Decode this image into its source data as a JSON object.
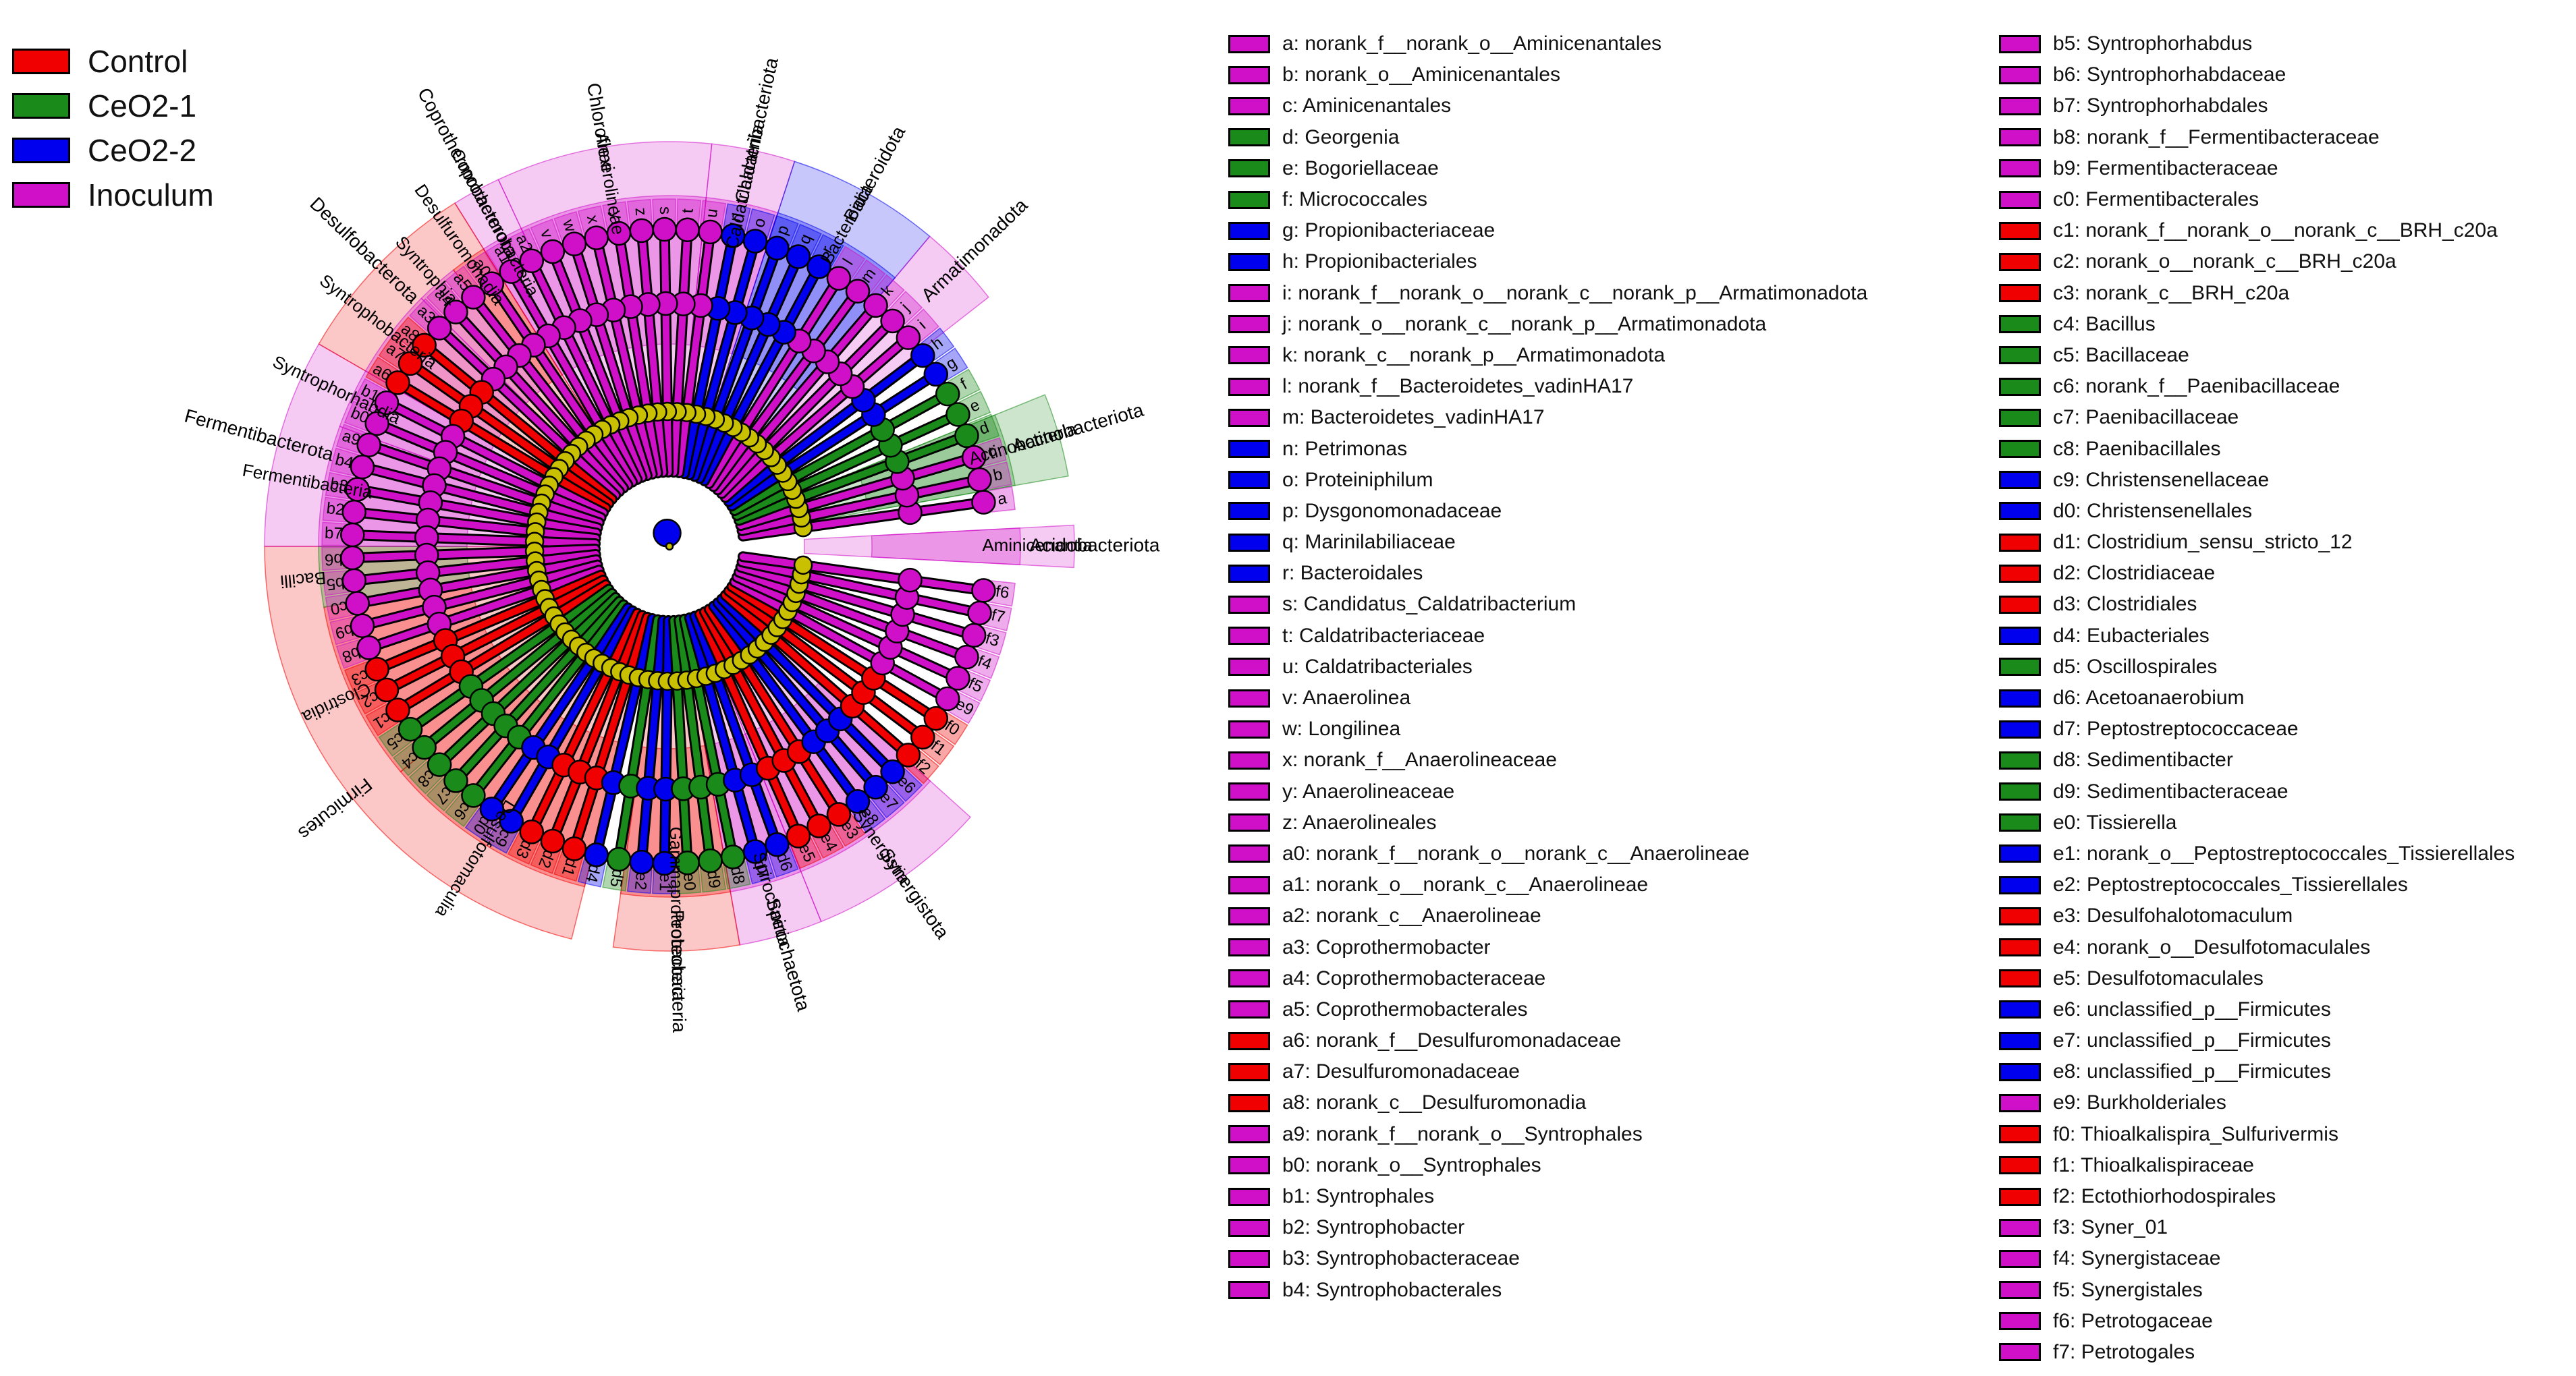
{
  "colors": {
    "Control": "#f00000",
    "CeO2-1": "#1a8a1a",
    "CeO2-2": "#0000ee",
    "Inoculum": "#d010c8",
    "nonsig": "#c8c000"
  },
  "groups": [
    {
      "name": "Control",
      "color": "#f00000"
    },
    {
      "name": "CeO2-1",
      "color": "#1a8a1a"
    },
    {
      "name": "CeO2-2",
      "color": "#0000ee"
    },
    {
      "name": "Inoculum",
      "color": "#d010c8"
    }
  ],
  "phyla": [
    {
      "name": "Coprothermobacterota",
      "group": "Inoculum"
    },
    {
      "name": "Chloroflexi",
      "group": "Inoculum"
    },
    {
      "name": "Caldatribacteriota",
      "group": "Inoculum"
    },
    {
      "name": "Bacteroidota",
      "group": "CeO2-2"
    },
    {
      "name": "Armatimonadota",
      "group": "Inoculum"
    },
    {
      "name": "Actinobacteriota",
      "group": "CeO2-1"
    },
    {
      "name": "Acidobacteriota",
      "group": "Inoculum"
    },
    {
      "name": "Synergistota",
      "group": "Inoculum"
    },
    {
      "name": "Spirochaetota",
      "group": "Inoculum"
    },
    {
      "name": "Proteobacteria",
      "group": "Control"
    },
    {
      "name": "Firmicutes",
      "group": "Control"
    },
    {
      "name": "Fermentibacterota",
      "group": "Inoculum"
    },
    {
      "name": "Desulfobacterota",
      "group": "Control"
    }
  ],
  "classes": [
    {
      "name": "Coprothermobacteria",
      "group": "Inoculum"
    },
    {
      "name": "Anaerolineae",
      "group": "Inoculum"
    },
    {
      "name": "Caldatribacteriia",
      "group": "Inoculum"
    },
    {
      "name": "Bacteroidia",
      "group": "CeO2-2"
    },
    {
      "name": "Actinobacteria",
      "group": "CeO2-1"
    },
    {
      "name": "Aminicenantia",
      "group": "Inoculum"
    },
    {
      "name": "Synergistia",
      "group": "Inoculum"
    },
    {
      "name": "Spirochaetia",
      "group": "Inoculum"
    },
    {
      "name": "Gammaproteobacteria",
      "group": "Control"
    },
    {
      "name": "Desulfotomaculia",
      "group": "Control"
    },
    {
      "name": "Clostridia",
      "group": "Control"
    },
    {
      "name": "Bacilli",
      "group": "CeO2-1"
    },
    {
      "name": "Fermentibacteria",
      "group": "Inoculum"
    },
    {
      "name": "Syntrophorhabdia",
      "group": "Inoculum"
    },
    {
      "name": "Syntrophobacteria",
      "group": "Inoculum"
    },
    {
      "name": "Syntrophia",
      "group": "Inoculum"
    },
    {
      "name": "Desulfuromonadia",
      "group": "Control"
    }
  ],
  "legend_col1": [
    {
      "code": "a",
      "label": "a: norank_f__norank_o__Aminicenantales",
      "group": "Inoculum"
    },
    {
      "code": "b",
      "label": "b: norank_o__Aminicenantales",
      "group": "Inoculum"
    },
    {
      "code": "c",
      "label": "c: Aminicenantales",
      "group": "Inoculum"
    },
    {
      "code": "d",
      "label": "d: Georgenia",
      "group": "CeO2-1"
    },
    {
      "code": "e",
      "label": "e: Bogoriellaceae",
      "group": "CeO2-1"
    },
    {
      "code": "f",
      "label": "f: Micrococcales",
      "group": "CeO2-1"
    },
    {
      "code": "g",
      "label": "g: Propionibacteriaceae",
      "group": "CeO2-2"
    },
    {
      "code": "h",
      "label": "h: Propionibacteriales",
      "group": "CeO2-2"
    },
    {
      "code": "i",
      "label": "i: norank_f__norank_o__norank_c__norank_p__Armatimonadota",
      "group": "Inoculum"
    },
    {
      "code": "j",
      "label": "j: norank_o__norank_c__norank_p__Armatimonadota",
      "group": "Inoculum"
    },
    {
      "code": "k",
      "label": "k: norank_c__norank_p__Armatimonadota",
      "group": "Inoculum"
    },
    {
      "code": "l",
      "label": "l: norank_f__Bacteroidetes_vadinHA17",
      "group": "Inoculum"
    },
    {
      "code": "m",
      "label": "m: Bacteroidetes_vadinHA17",
      "group": "Inoculum"
    },
    {
      "code": "n",
      "label": "n: Petrimonas",
      "group": "CeO2-2"
    },
    {
      "code": "o",
      "label": "o: Proteiniphilum",
      "group": "CeO2-2"
    },
    {
      "code": "p",
      "label": "p: Dysgonomonadaceae",
      "group": "CeO2-2"
    },
    {
      "code": "q",
      "label": "q: Marinilabiliaceae",
      "group": "CeO2-2"
    },
    {
      "code": "r",
      "label": "r: Bacteroidales",
      "group": "CeO2-2"
    },
    {
      "code": "s",
      "label": "s: Candidatus_Caldatribacterium",
      "group": "Inoculum"
    },
    {
      "code": "t",
      "label": "t: Caldatribacteriaceae",
      "group": "Inoculum"
    },
    {
      "code": "u",
      "label": "u: Caldatribacteriales",
      "group": "Inoculum"
    },
    {
      "code": "v",
      "label": "v: Anaerolinea",
      "group": "Inoculum"
    },
    {
      "code": "w",
      "label": "w: Longilinea",
      "group": "Inoculum"
    },
    {
      "code": "x",
      "label": "x: norank_f__Anaerolineaceae",
      "group": "Inoculum"
    },
    {
      "code": "y",
      "label": "y: Anaerolineaceae",
      "group": "Inoculum"
    },
    {
      "code": "z",
      "label": "z: Anaerolineales",
      "group": "Inoculum"
    },
    {
      "code": "a0",
      "label": "a0: norank_f__norank_o__norank_c__Anaerolineae",
      "group": "Inoculum"
    },
    {
      "code": "a1",
      "label": "a1: norank_o__norank_c__Anaerolineae",
      "group": "Inoculum"
    },
    {
      "code": "a2",
      "label": "a2: norank_c__Anaerolineae",
      "group": "Inoculum"
    },
    {
      "code": "a3",
      "label": "a3: Coprothermobacter",
      "group": "Inoculum"
    },
    {
      "code": "a4",
      "label": "a4: Coprothermobacteraceae",
      "group": "Inoculum"
    },
    {
      "code": "a5",
      "label": "a5: Coprothermobacterales",
      "group": "Inoculum"
    },
    {
      "code": "a6",
      "label": "a6: norank_f__Desulfuromonadaceae",
      "group": "Control"
    },
    {
      "code": "a7",
      "label": "a7: Desulfuromonadaceae",
      "group": "Control"
    },
    {
      "code": "a8",
      "label": "a8: norank_c__Desulfuromonadia",
      "group": "Control"
    },
    {
      "code": "a9",
      "label": "a9: norank_f__norank_o__Syntrophales",
      "group": "Inoculum"
    },
    {
      "code": "b0",
      "label": "b0: norank_o__Syntrophales",
      "group": "Inoculum"
    },
    {
      "code": "b1",
      "label": "b1: Syntrophales",
      "group": "Inoculum"
    },
    {
      "code": "b2",
      "label": "b2: Syntrophobacter",
      "group": "Inoculum"
    },
    {
      "code": "b3",
      "label": "b3: Syntrophobacteraceae",
      "group": "Inoculum"
    },
    {
      "code": "b4",
      "label": "b4: Syntrophobacterales",
      "group": "Inoculum"
    }
  ],
  "legend_col2": [
    {
      "code": "b5",
      "label": "b5: Syntrophorhabdus",
      "group": "Inoculum"
    },
    {
      "code": "b6",
      "label": "b6: Syntrophorhabdaceae",
      "group": "Inoculum"
    },
    {
      "code": "b7",
      "label": "b7: Syntrophorhabdales",
      "group": "Inoculum"
    },
    {
      "code": "b8",
      "label": "b8: norank_f__Fermentibacteraceae",
      "group": "Inoculum"
    },
    {
      "code": "b9",
      "label": "b9: Fermentibacteraceae",
      "group": "Inoculum"
    },
    {
      "code": "c0",
      "label": "c0: Fermentibacterales",
      "group": "Inoculum"
    },
    {
      "code": "c1",
      "label": "c1: norank_f__norank_o__norank_c__BRH_c20a",
      "group": "Control"
    },
    {
      "code": "c2",
      "label": "c2: norank_o__norank_c__BRH_c20a",
      "group": "Control"
    },
    {
      "code": "c3",
      "label": "c3: norank_c__BRH_c20a",
      "group": "Control"
    },
    {
      "code": "c4",
      "label": "c4: Bacillus",
      "group": "CeO2-1"
    },
    {
      "code": "c5",
      "label": "c5: Bacillaceae",
      "group": "CeO2-1"
    },
    {
      "code": "c6",
      "label": "c6: norank_f__Paenibacillaceae",
      "group": "CeO2-1"
    },
    {
      "code": "c7",
      "label": "c7: Paenibacillaceae",
      "group": "CeO2-1"
    },
    {
      "code": "c8",
      "label": "c8: Paenibacillales",
      "group": "CeO2-1"
    },
    {
      "code": "c9",
      "label": "c9: Christensenellaceae",
      "group": "CeO2-2"
    },
    {
      "code": "d0",
      "label": "d0: Christensenellales",
      "group": "CeO2-2"
    },
    {
      "code": "d1",
      "label": "d1: Clostridium_sensu_stricto_12",
      "group": "Control"
    },
    {
      "code": "d2",
      "label": "d2: Clostridiaceae",
      "group": "Control"
    },
    {
      "code": "d3",
      "label": "d3: Clostridiales",
      "group": "Control"
    },
    {
      "code": "d4",
      "label": "d4: Eubacteriales",
      "group": "CeO2-2"
    },
    {
      "code": "d5",
      "label": "d5: Oscillospirales",
      "group": "CeO2-1"
    },
    {
      "code": "d6",
      "label": "d6: Acetoanaerobium",
      "group": "CeO2-2"
    },
    {
      "code": "d7",
      "label": "d7: Peptostreptococcaceae",
      "group": "CeO2-2"
    },
    {
      "code": "d8",
      "label": "d8: Sedimentibacter",
      "group": "CeO2-1"
    },
    {
      "code": "d9",
      "label": "d9: Sedimentibacteraceae",
      "group": "CeO2-1"
    },
    {
      "code": "e0",
      "label": "e0: Tissierella",
      "group": "CeO2-1"
    },
    {
      "code": "e1",
      "label": "e1: norank_o__Peptostreptococcales_Tissierellales",
      "group": "CeO2-2"
    },
    {
      "code": "e2",
      "label": "e2: Peptostreptococcales_Tissierellales",
      "group": "CeO2-2"
    },
    {
      "code": "e3",
      "label": "e3: Desulfohalotomaculum",
      "group": "Control"
    },
    {
      "code": "e4",
      "label": "e4: norank_o__Desulfotomaculales",
      "group": "Control"
    },
    {
      "code": "e5",
      "label": "e5: Desulfotomaculales",
      "group": "Control"
    },
    {
      "code": "e6",
      "label": "e6: unclassified_p__Firmicutes",
      "group": "CeO2-2"
    },
    {
      "code": "e7",
      "label": "e7: unclassified_p__Firmicutes",
      "group": "CeO2-2"
    },
    {
      "code": "e8",
      "label": "e8: unclassified_p__Firmicutes",
      "group": "CeO2-2"
    },
    {
      "code": "e9",
      "label": "e9: Burkholderiales",
      "group": "Inoculum"
    },
    {
      "code": "f0",
      "label": "f0: Thioalkalispira_Sulfurivermis",
      "group": "Control"
    },
    {
      "code": "f1",
      "label": "f1: Thioalkalispiraceae",
      "group": "Control"
    },
    {
      "code": "f2",
      "label": "f2: Ectothiorhodospirales",
      "group": "Control"
    },
    {
      "code": "f3",
      "label": "f3: Syner_01",
      "group": "Inoculum"
    },
    {
      "code": "f4",
      "label": "f4: Synergistaceae",
      "group": "Inoculum"
    },
    {
      "code": "f5",
      "label": "f5: Synergistales",
      "group": "Inoculum"
    },
    {
      "code": "f6",
      "label": "f6: Petrotogaceae",
      "group": "Inoculum"
    },
    {
      "code": "f7",
      "label": "f7: Petrotogales",
      "group": "Inoculum"
    }
  ]
}
